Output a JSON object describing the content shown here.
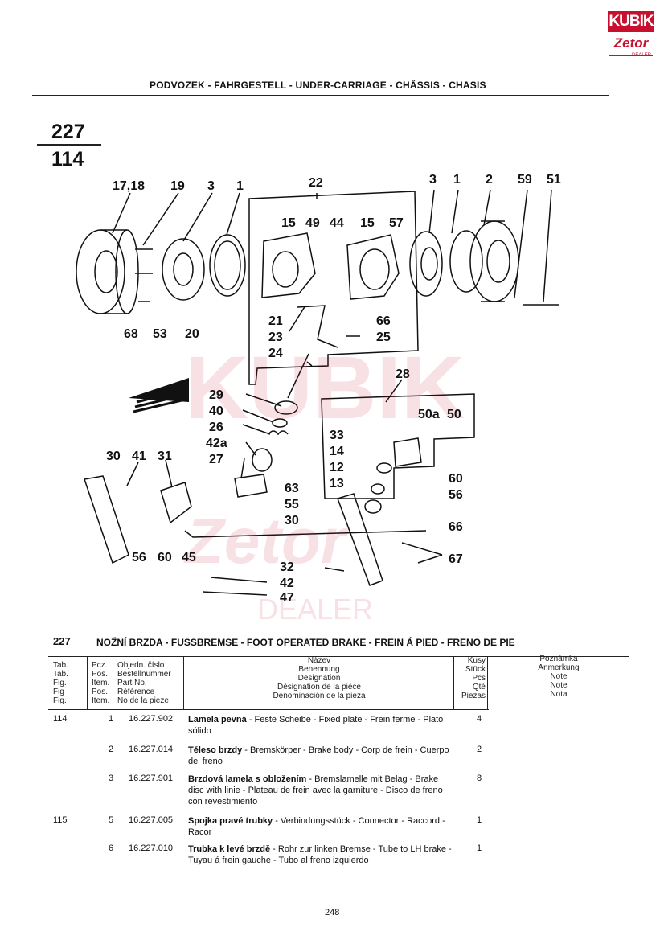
{
  "logo": {
    "top": "KUBIK",
    "bottom": "Zetor",
    "dealer": "DEALER"
  },
  "section_title": "PODVOZEK - FAHRGESTELL - UNDER-CARRIAGE - CHÂSSIS - CHASIS",
  "figure": {
    "tab": "227",
    "fig": "114"
  },
  "callouts": {
    "c1": "17,18",
    "c2": "19",
    "c3": "3",
    "c4": "1",
    "c5": "22",
    "c6": "3",
    "c7": "1",
    "c8": "2",
    "c9": "59",
    "c10": "51",
    "c11": "15",
    "c12": "49",
    "c13": "44",
    "c14": "15",
    "c15": "57",
    "c16": "68",
    "c17": "53",
    "c18": "20",
    "c19": "21",
    "c20": "66",
    "c21": "23",
    "c22": "25",
    "c23": "24",
    "c24": "28",
    "c25": "29",
    "c26": "40",
    "c27": "26",
    "c28": "42a",
    "c29": "27",
    "c30": "50a",
    "c31": "50",
    "c32": "33",
    "c33": "14",
    "c34": "12",
    "c35": "13",
    "c36": "60",
    "c37": "56",
    "c38": "30",
    "c39": "41",
    "c40": "31",
    "c41": "63",
    "c42": "55",
    "c43": "30",
    "c44": "66",
    "c45": "67",
    "c46": "56",
    "c47": "60",
    "c48": "45",
    "c49": "32",
    "c50": "42",
    "c51": "47"
  },
  "table": {
    "number": "227",
    "title": "NOŽNÍ BRZDA - FUSSBREMSE - FOOT OPERATED BRAKE - FREIN Á PIED - FRENO DE PIE",
    "headers": {
      "tab": [
        "Tab.",
        "Tab.",
        "Fig.",
        "Fig",
        "Fig."
      ],
      "pos": [
        "Pcz.",
        "Pos.",
        "Item.",
        "Pos.",
        "Item."
      ],
      "part": [
        "Objedn. číslo",
        "Bestellnummer",
        "Part No.",
        "Référence",
        "No de la pieze"
      ],
      "name": [
        "Název",
        "Benennung",
        "Designation",
        "Désignation de la pièce",
        "Denominación de la pieza"
      ],
      "qty": [
        "Kusy",
        "Stück",
        "Pcs",
        "Qté",
        "Piezas"
      ],
      "note": [
        "Poznámka",
        "Anmerkung",
        "Note",
        "Note",
        "Nota"
      ]
    },
    "rows": [
      {
        "tab": "114",
        "pos": "1",
        "part": "16.227.902",
        "name": "Lamela pevná",
        "desc": " - Feste Scheibe - Fixed plate - Frein ferme - Plato sólido",
        "qty": "4"
      },
      {
        "tab": "",
        "pos": "2",
        "part": "16.227.014",
        "name": "Těleso brzdy",
        "desc": " - Bremskörper - Brake body - Corp de frein - Cuerpo del freno",
        "qty": "2"
      },
      {
        "tab": "",
        "pos": "3",
        "part": "16.227.901",
        "name": "Brzdová lamela s obložením",
        "desc": " - Bremslamelle mit Belag - Brake disc with linie - Plateau de frein avec la garniture - Disco de freno con revestimiento",
        "qty": "8"
      },
      {
        "tab": "115",
        "pos": "5",
        "part": "16.227.005",
        "name": "Spojka pravé trubky",
        "desc": " - Verbindungsstück - Connector - Raccord - Racor",
        "qty": "1"
      },
      {
        "tab": "",
        "pos": "6",
        "part": "16.227.010",
        "name": "Trubka k levé brzdě",
        "desc": " - Rohr zur linken Bremse - Tube to LH brake - Tuyau á frein gauche - Tubo al freno izquierdo",
        "qty": "1"
      }
    ]
  },
  "page_number": "248",
  "colors": {
    "logo_red": "#c8102e",
    "line": "#111111"
  }
}
